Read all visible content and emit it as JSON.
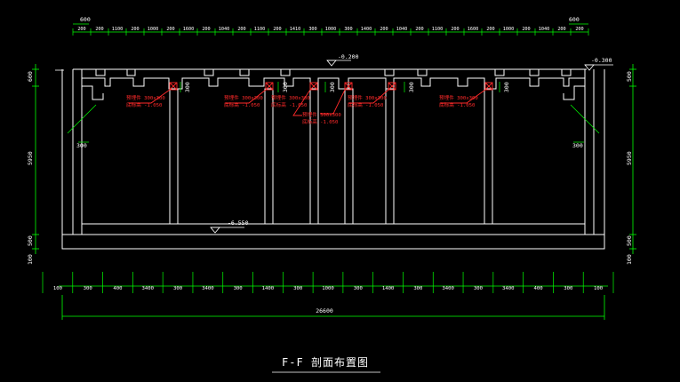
{
  "drawing": {
    "title": "F-F 剖面布置图",
    "colors": {
      "background": "#000000",
      "structure": "#ffffff",
      "dimension": "#00ff00",
      "annotation": "#ff2a2a",
      "dimension_text": "#ffffff"
    }
  },
  "top_dims": {
    "row1": [
      "600",
      "600"
    ],
    "row2": [
      "200",
      "200",
      "1100",
      "200",
      "1000",
      "200",
      "1600",
      "200",
      "1040",
      "200",
      "1100",
      "200",
      "1410",
      "300",
      "1000",
      "300",
      "1400",
      "200",
      "1040",
      "200",
      "1100",
      "200",
      "1600",
      "200",
      "1000",
      "200",
      "1040",
      "200",
      "200"
    ]
  },
  "elevations": {
    "top_center": "-0.200",
    "top_right": "-0.300",
    "bottom": "-6.550"
  },
  "left_dims": [
    "600",
    "5950",
    "500",
    "100"
  ],
  "right_dims": [
    "500",
    "5950",
    "500",
    "100"
  ],
  "inner_dims": {
    "left_wall": "300",
    "right_wall": "300",
    "small": [
      "300",
      "300",
      "300",
      "300",
      "300"
    ]
  },
  "annotations": {
    "labels": [
      {
        "line1": "预埋件 300x300",
        "line2": "底标高 -1.050"
      },
      {
        "line1": "预埋件 300x300",
        "line2": "底标高 -1.050"
      },
      {
        "line1": "预埋件 300x300",
        "line2": "底标高 -1.050"
      },
      {
        "line1": "预埋件 300x300",
        "line2": "底标高 -1.050"
      },
      {
        "line1": "预埋件 300x300",
        "line2": "底标高 -1.050"
      },
      {
        "line1": "预埋件 300x300",
        "line2": "底标高 -1.050"
      }
    ]
  },
  "bottom_dims": {
    "row1": [
      "100",
      "300",
      "400",
      "3400",
      "300",
      "3400",
      "300",
      "1400",
      "300",
      "1000",
      "300",
      "1400",
      "300",
      "3400",
      "300",
      "3400",
      "400",
      "300",
      "100"
    ],
    "total": "26600"
  }
}
